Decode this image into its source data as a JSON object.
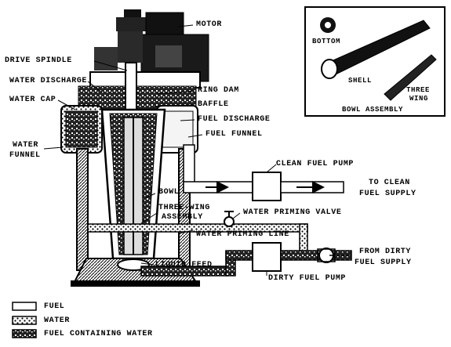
{
  "labels": {
    "motor": "MOTOR",
    "drive_spindle": "DRIVE SPINDLE",
    "water_discharge": "WATER DISCHARGE",
    "water_cap": "WATER CAP",
    "water_funnel_1": "WATER",
    "water_funnel_2": "FUNNEL",
    "ring_dam": "RING DAM",
    "baffle": "BAFFLE",
    "fuel_discharge": "FUEL DISCHARGE",
    "fuel_funnel": "FUEL FUNNEL",
    "clean_fuel_pump": "CLEAN FUEL PUMP",
    "to_clean_1": "TO CLEAN",
    "to_clean_2": "FUEL SUPPLY",
    "bowl": "BOWL",
    "three_wing_1": "THREE-WING",
    "three_wing_2": "ASSEMBLY",
    "water_priming_valve": "WATER PRIMING VALVE",
    "water_priming_line": "WATER PRIMING LINE",
    "from_dirty_1": "FROM DIRTY",
    "from_dirty_2": "FUEL SUPPLY",
    "liquid_feed": "LIQUID FEED",
    "dirty_fuel_pump": "DIRTY FUEL PUMP"
  },
  "inset": {
    "bottom": "BOTTOM",
    "shell": "SHELL",
    "three": "THREE",
    "wing": "WING",
    "title": "BOWL ASSEMBLY"
  },
  "legend": [
    {
      "label": "FUEL"
    },
    {
      "label": "WATER"
    },
    {
      "label": "FUEL CONTAINING WATER"
    }
  ]
}
